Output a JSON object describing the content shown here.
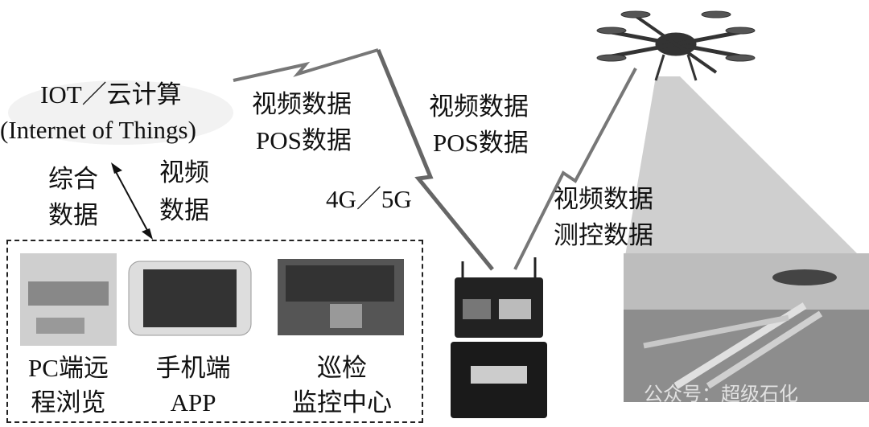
{
  "cloud": {
    "title": "IOT／云计算",
    "subtitle": "(Internet of Things)"
  },
  "link_cloud_station": {
    "line1": "视频数据",
    "line2": "POS数据"
  },
  "link_station_uav": {
    "line1": "视频数据",
    "line2": "POS数据"
  },
  "network_label": "4G／5G",
  "link_uav_ground": {
    "line1": "视频数据",
    "line2": "测控数据"
  },
  "cloud_to_clients_left": {
    "line1": "综合",
    "line2": "数据"
  },
  "cloud_to_clients_right": {
    "line1": "视频",
    "line2": "数据"
  },
  "clients": [
    {
      "line1": "PC端远",
      "line2": "程浏览"
    },
    {
      "line1": "手机端",
      "line2": "APP"
    },
    {
      "line1": "巡检",
      "line2": "监控中心"
    }
  ],
  "watermark": "公众号：超级石化"
}
